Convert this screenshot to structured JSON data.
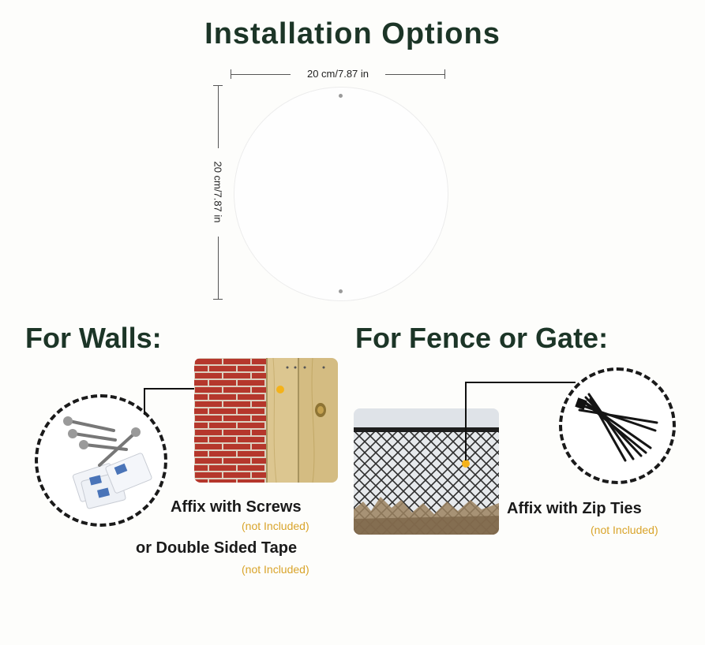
{
  "title": "Installation Options",
  "dimensions": {
    "width_label": "20 cm/7.87 in",
    "height_label": "20 cm/7.87 in"
  },
  "walls": {
    "heading": "For Walls:",
    "caption_primary": "Affix with Screws",
    "note_primary": "(not Included)",
    "caption_secondary": "or Double Sided Tape",
    "note_secondary": "(not Included)"
  },
  "fence": {
    "heading": "For Fence or Gate:",
    "caption": "Affix with Zip Ties",
    "note": "(not Included)"
  },
  "colors": {
    "heading": "#1c3527",
    "note": "#d9a42a",
    "marker": "#f4b21a",
    "brick": "#b5372c",
    "wood": "#d8c08a"
  }
}
